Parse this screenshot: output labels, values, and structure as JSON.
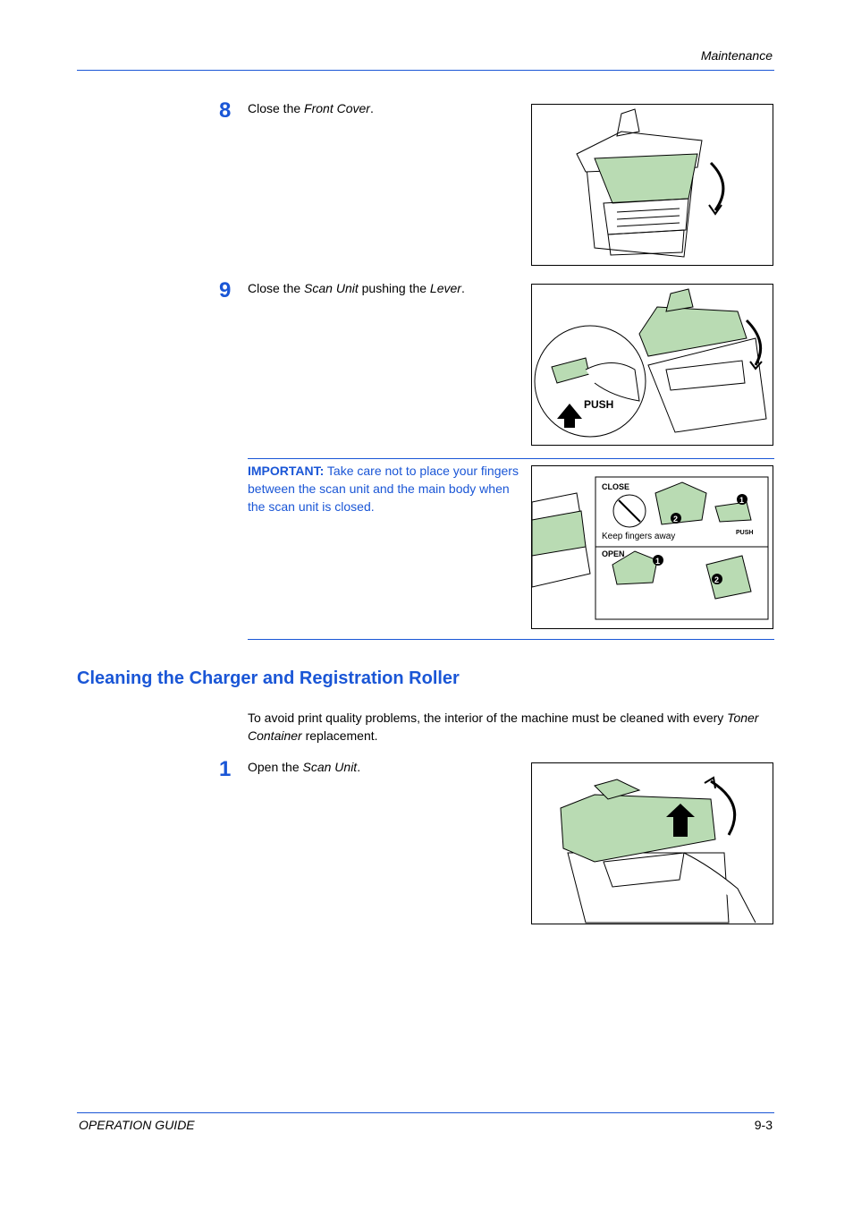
{
  "header": {
    "section": "Maintenance"
  },
  "steps": [
    {
      "number": "8",
      "pre": "Close the ",
      "em": "Front Cover",
      "post": "."
    },
    {
      "number": "9",
      "pre": "Close the ",
      "em1": "Scan Unit",
      "mid": " pushing the ",
      "em2": "Lever",
      "post": "."
    }
  ],
  "important": {
    "label": "IMPORTANT:",
    "text": " Take care not to place your fingers between the scan unit and the main body when the scan unit is closed."
  },
  "figure_labels": {
    "push": "PUSH",
    "close": "CLOSE",
    "keep_away": "Keep fingers away",
    "open": "OPEN",
    "push_small": "PUSH",
    "num1": "1",
    "num2": "2"
  },
  "section": {
    "title": "Cleaning the Charger and Registration Roller",
    "intro_pre": "To avoid print quality problems, the interior of the machine must be cleaned with every ",
    "intro_em": "Toner Container",
    "intro_post": " replacement."
  },
  "step_open": {
    "number": "1",
    "pre": "Open the ",
    "em": "Scan Unit",
    "post": "."
  },
  "footer": {
    "left": "OPERATION GUIDE",
    "right": "9-3"
  },
  "colors": {
    "accent": "#1a56d6",
    "illustration_green": "#b9dbb3"
  }
}
